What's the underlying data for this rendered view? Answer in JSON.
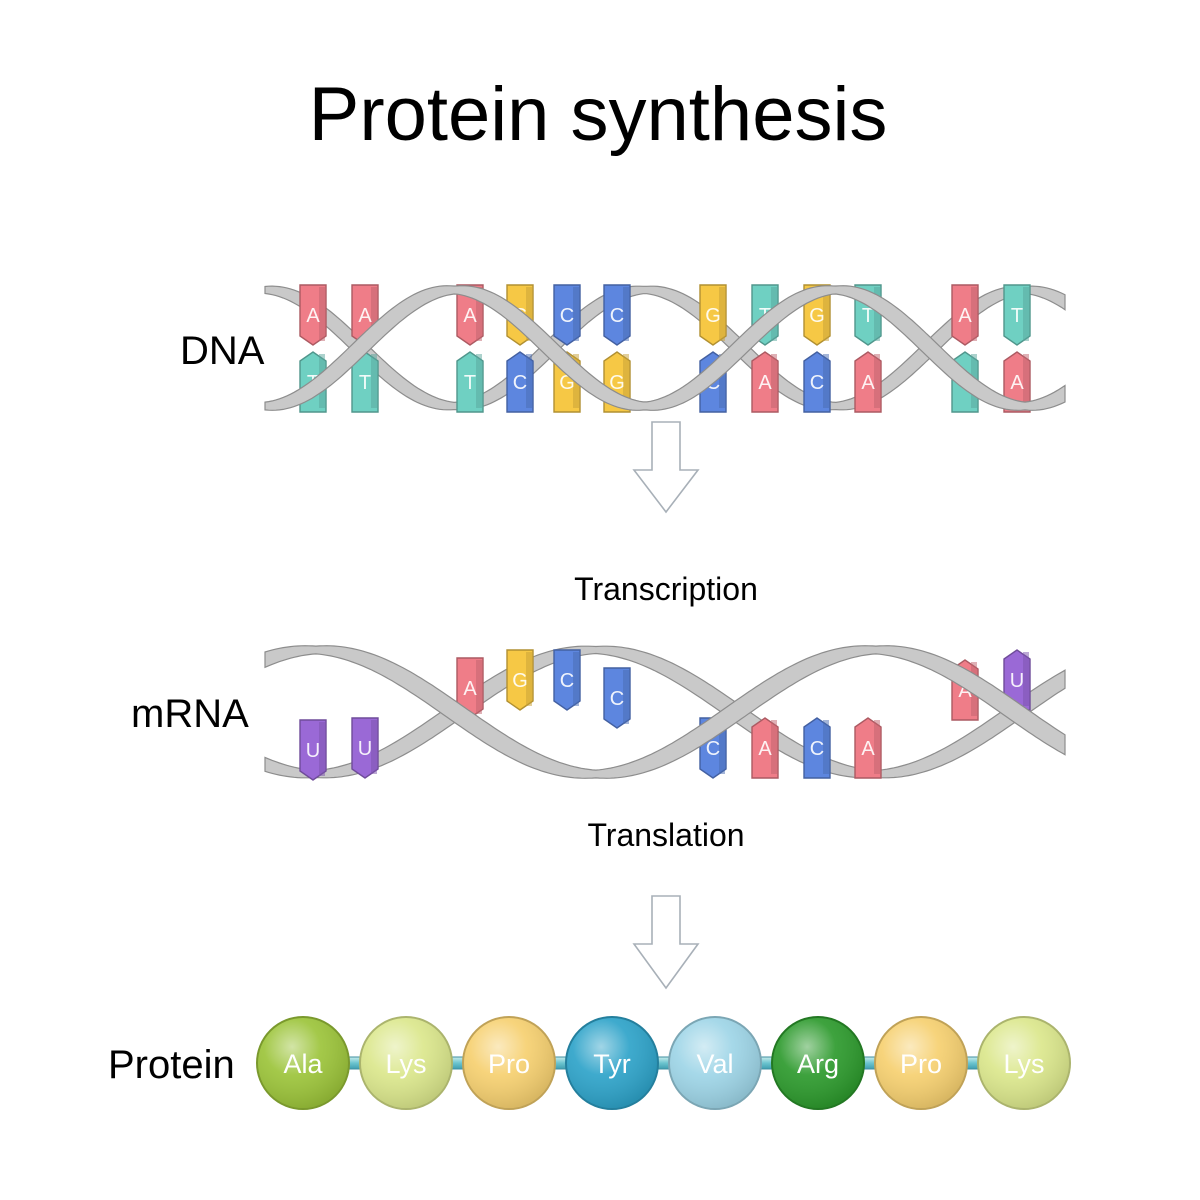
{
  "title": "Protein synthesis",
  "labels": {
    "dna": "DNA",
    "mrna": "mRNA",
    "protein": "Protein",
    "transcription": "Transcription",
    "translation": "Translation"
  },
  "colors": {
    "A": "#ef7d88",
    "T": "#6fd0c2",
    "G": "#f6c845",
    "C": "#5d86df",
    "U": "#9a69d6",
    "backbone": "#c9c9c9",
    "backbone_dark": "#8d8d8d"
  },
  "dna": {
    "top_strand": [
      "A",
      "A",
      "A",
      "G",
      "C",
      "C",
      "G",
      "T",
      "G",
      "T",
      "A",
      "T"
    ],
    "bottom_strand": [
      "T",
      "T",
      "T",
      "C",
      "G",
      "G",
      "C",
      "A",
      "C",
      "A",
      "T",
      "A"
    ]
  },
  "mrna": {
    "bases": [
      "U",
      "U",
      "A",
      "G",
      "C",
      "C",
      "C",
      "A",
      "C",
      "A",
      "A",
      "U"
    ]
  },
  "protein": {
    "amino_acids": [
      {
        "name": "Ala",
        "color": "#9cc43a"
      },
      {
        "name": "Lys",
        "color": "#dbe78c"
      },
      {
        "name": "Pro",
        "color": "#f6d070"
      },
      {
        "name": "Tyr",
        "color": "#2ea3c9"
      },
      {
        "name": "Val",
        "color": "#9ed5e7"
      },
      {
        "name": "Arg",
        "color": "#2d9a2d"
      },
      {
        "name": "Pro",
        "color": "#f6d070"
      },
      {
        "name": "Lys",
        "color": "#dbe78c"
      }
    ]
  }
}
